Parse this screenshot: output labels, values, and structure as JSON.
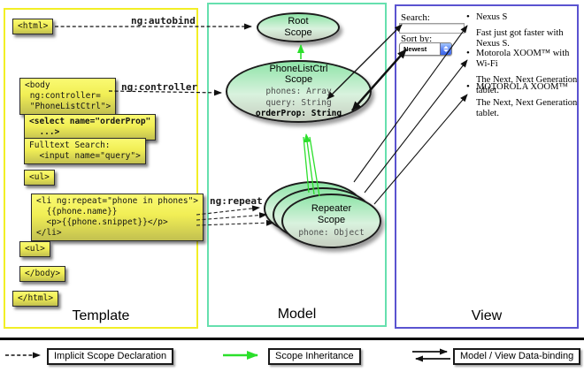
{
  "template": {
    "panel_label": "Template",
    "html_open": "<html>",
    "body_open": "<body\n ng:controller=\n \"PhoneListCtrl\">",
    "select_tag": "<select name=\"orderProp\"\n  ...>",
    "fulltext": "Fulltext Search:\n  <input name=\"query\">",
    "ul_open": "<ul>",
    "li_repeat": "<li ng:repeat=\"phone in phones\">\n  {{phone.name}}\n  <p>{{phone.snippet}}</p>\n</li>",
    "ul_close": "<ul>",
    "body_close": "</body>",
    "html_close": "</html>"
  },
  "model": {
    "panel_label": "Model",
    "root_scope_title": "Root\nScope",
    "ctrl_scope_title": "PhoneListCtrl\nScope",
    "ctrl_prop_phones": "phones: Array",
    "ctrl_prop_query": "query: String",
    "ctrl_prop_orderprop": "orderProp: String",
    "repeater_title": "Repeater\nScope",
    "repeater_prop": "phone: Object"
  },
  "view": {
    "panel_label": "View",
    "search_label": "Search:",
    "search_value": "",
    "sort_label": "Sort by:",
    "sort_value": "Newest",
    "phones": [
      {
        "name": "Nexus S",
        "snippet": "Fast just got faster with Nexus S."
      },
      {
        "name": "Motorola XOOM™ with Wi-Fi",
        "snippet": "The Next, Next Generation tablet."
      },
      {
        "name": "MOTOROLA XOOM™",
        "snippet": "The Next, Next Generation tablet."
      }
    ]
  },
  "annotations": {
    "autobind": "ng:autobind",
    "controller": "ng:controller",
    "repeat": "ng:repeat"
  },
  "legend": {
    "implicit": "Implicit Scope Declaration",
    "inheritance": "Scope Inheritance",
    "databinding": "Model / View Data-binding"
  },
  "colors": {
    "template_border": "#f2ef25",
    "model_border": "#66e0ae",
    "view_border": "#5a53d0",
    "inheritance_green": "#2bdf2b"
  }
}
